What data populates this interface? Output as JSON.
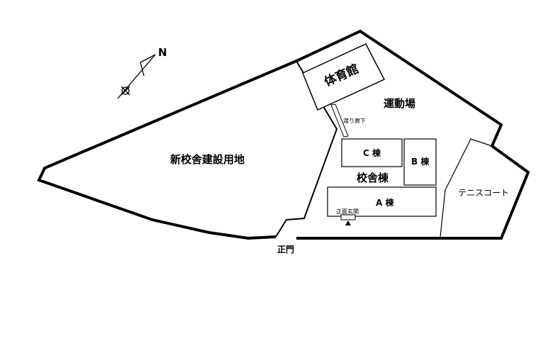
{
  "labels": {
    "gym": "体育館",
    "sports_ground": "運動場",
    "new_building_site": "新校舎建設用地",
    "corridor": "渡り廊下",
    "building_c": "C 棟",
    "building_b": "B 棟",
    "school_buildings": "校舎棟",
    "building_a": "A 棟",
    "main_entrance": "正面玄関",
    "tennis_court": "テニスコート",
    "main_gate": "正門"
  },
  "compass": {
    "north_label": "N",
    "icon": "north-arrow-icon"
  },
  "colors": {
    "line": "#000000",
    "background": "#ffffff"
  }
}
